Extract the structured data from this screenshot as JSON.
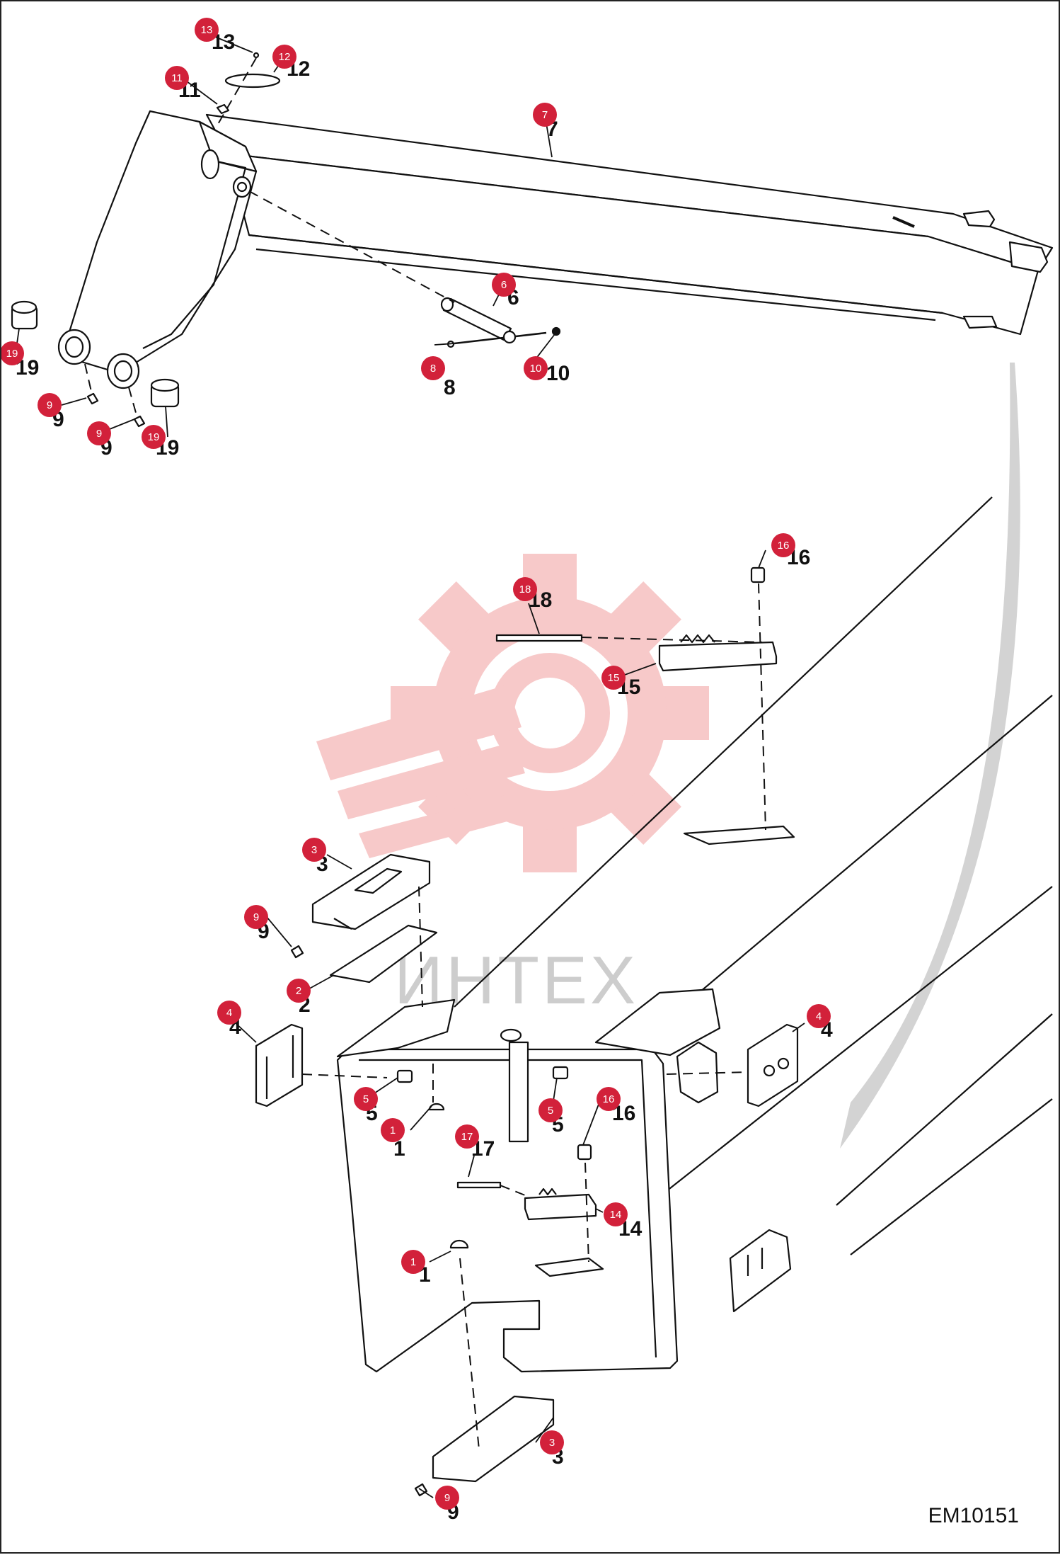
{
  "figure_code": "EM10151",
  "watermark": {
    "text": "ИНТЕХ",
    "color": "#f4b4b4"
  },
  "colors": {
    "callout": "#d2213a",
    "line": "#111111",
    "part_fill": "#ffffff",
    "sweep": "#d3d3d3"
  },
  "callouts": [
    {
      "id": "c13",
      "label": "13"
    },
    {
      "id": "c12",
      "label": "12"
    },
    {
      "id": "c11",
      "label": "11"
    },
    {
      "id": "c7",
      "label": "7"
    },
    {
      "id": "c6",
      "label": "6"
    },
    {
      "id": "c8",
      "label": "8"
    },
    {
      "id": "c10",
      "label": "10"
    },
    {
      "id": "c19a",
      "label": "19"
    },
    {
      "id": "c9a",
      "label": "9"
    },
    {
      "id": "c9b",
      "label": "9"
    },
    {
      "id": "c19b",
      "label": "19"
    },
    {
      "id": "c16a",
      "label": "16"
    },
    {
      "id": "c18",
      "label": "18"
    },
    {
      "id": "c15",
      "label": "15"
    },
    {
      "id": "c3a",
      "label": "3"
    },
    {
      "id": "c9c",
      "label": "9"
    },
    {
      "id": "c2",
      "label": "2"
    },
    {
      "id": "c4a",
      "label": "4"
    },
    {
      "id": "c4b",
      "label": "4"
    },
    {
      "id": "c5a",
      "label": "5"
    },
    {
      "id": "c1a",
      "label": "1"
    },
    {
      "id": "c17",
      "label": "17"
    },
    {
      "id": "c5b",
      "label": "5"
    },
    {
      "id": "c16b",
      "label": "16"
    },
    {
      "id": "c14",
      "label": "14"
    },
    {
      "id": "c1b",
      "label": "1"
    },
    {
      "id": "c3b",
      "label": "3"
    },
    {
      "id": "c9d",
      "label": "9"
    }
  ]
}
